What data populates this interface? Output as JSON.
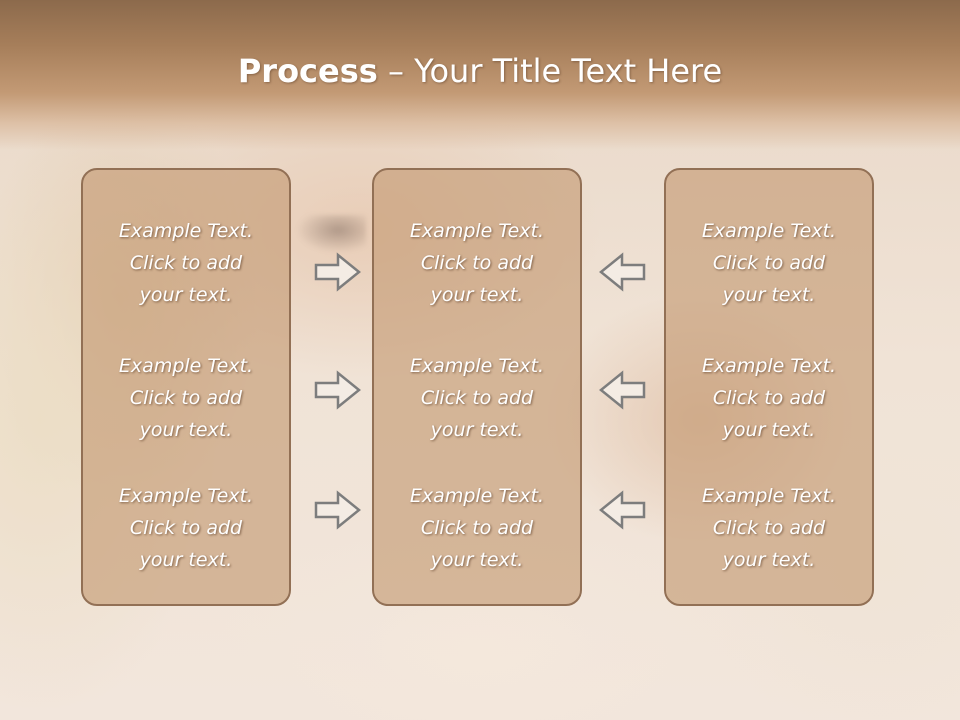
{
  "title": {
    "bold": "Process",
    "dash": " – ",
    "rest": "Your Title Text Here"
  },
  "panels": [
    {
      "blocks": [
        {
          "line1": "Example Text.",
          "line2": "Click  to add",
          "line3": "your text."
        },
        {
          "line1": "Example Text.",
          "line2": "Click  to add",
          "line3": "your text."
        },
        {
          "line1": "Example Text.",
          "line2": "Click  to add",
          "line3": "your text."
        }
      ]
    },
    {
      "blocks": [
        {
          "line1": "Example Text.",
          "line2": "Click  to add",
          "line3": "your text."
        },
        {
          "line1": "Example Text.",
          "line2": "Click  to add",
          "line3": "your text."
        },
        {
          "line1": "Example Text.",
          "line2": "Click  to add",
          "line3": "your text."
        }
      ]
    },
    {
      "blocks": [
        {
          "line1": "Example Text.",
          "line2": "Click  to add",
          "line3": "your text."
        },
        {
          "line1": "Example Text.",
          "line2": "Click  to add",
          "line3": "your text."
        },
        {
          "line1": "Example Text.",
          "line2": "Click  to add",
          "line3": "your text."
        }
      ]
    }
  ],
  "icons": {
    "left_arrows": "right-arrow-icon",
    "right_arrows": "left-arrow-icon"
  },
  "colors": {
    "title_band": "#a67e5a",
    "panel_fill": "#c69d76",
    "panel_border": "#927055",
    "arrow_stroke": "#7a7a7a",
    "text": "#ffffff"
  }
}
